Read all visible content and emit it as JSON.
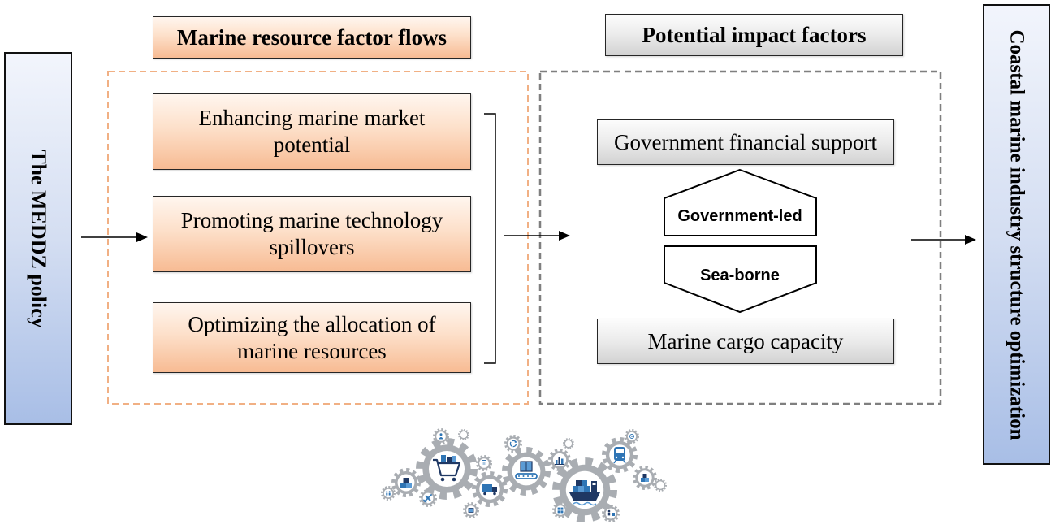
{
  "diagram": {
    "policy": {
      "label": "The MEDDZ policy"
    },
    "factor_flows": {
      "title": "Marine resource factor flows",
      "items": [
        {
          "lines": [
            "Enhancing marine market",
            "potential"
          ]
        },
        {
          "lines": [
            "Promoting marine technology",
            "spillovers"
          ]
        },
        {
          "lines": [
            "Optimizing the allocation of",
            "marine resources"
          ]
        }
      ]
    },
    "impact_factors": {
      "title": "Potential impact factors",
      "top_factor": "Government financial support",
      "upper_mode": "Government-led",
      "lower_mode": "Sea-borne",
      "bottom_factor": "Marine cargo capacity"
    },
    "outcome": {
      "label": "Coastal marine industry structure optimization"
    }
  },
  "illustration": {
    "icons": [
      "gear-icon",
      "shopping-cart-icon",
      "conveyor-belt-icon",
      "cargo-ship-icon",
      "train-icon",
      "truck-icon",
      "boxes-icon",
      "bar-chart-icon",
      "person-icon",
      "document-icon",
      "recycle-icon",
      "airplane-icon",
      "people-icon",
      "grid-icon",
      "worker-icon",
      "target-icon"
    ]
  },
  "colors": {
    "factor_flows_fill": "#f7bb93",
    "factor_flows_border": "#f1b084",
    "impact_fill": "#d2d2d2",
    "impact_border": "#7f7f7f",
    "endpoint_fill": "#a8bee6",
    "icon_navy": "#1f3864",
    "icon_blue": "#2f75b5",
    "icon_light_blue": "#5b9bd5",
    "gear_gray": "#a9adb2"
  }
}
